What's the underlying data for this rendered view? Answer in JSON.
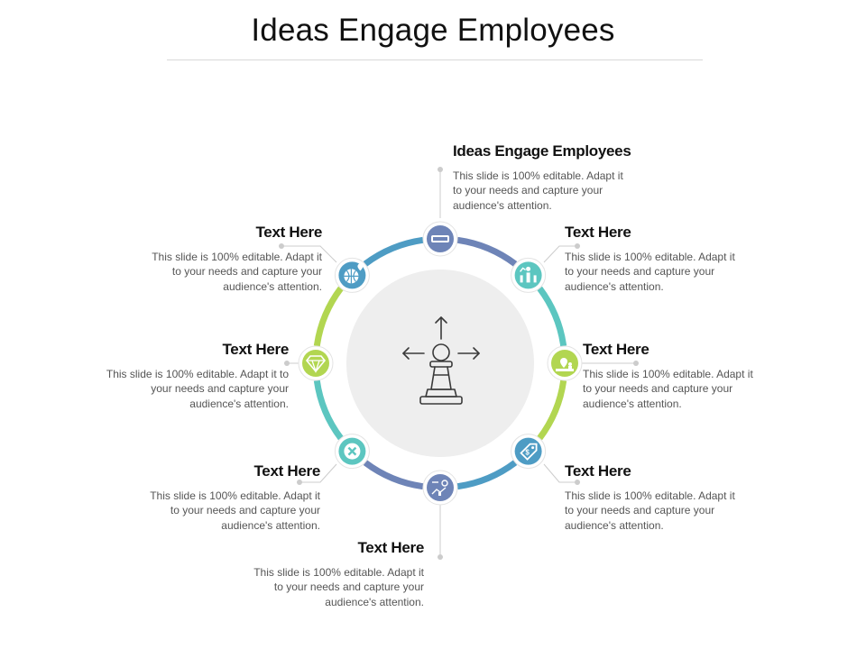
{
  "title": "Ideas Engage Employees",
  "center": {
    "icon": "chess-pawn-arrows-icon"
  },
  "colors": {
    "slate_blue": "#6e84b7",
    "steel_blue": "#4e9cc4",
    "teal": "#5cc6c0",
    "lime": "#b2d651",
    "center_disc": "#eeeeee",
    "connector": "#cccccc"
  },
  "items": [
    {
      "heading": "Ideas Engage Employees",
      "body": "This slide is 100% editable. Adapt it to your needs and capture your audience's attention.",
      "icon": "minus-circle-icon"
    },
    {
      "heading": "Text Here",
      "body": "This slide is 100% editable. Adapt it to your needs and capture your audience's attention.",
      "icon": "team-growth-icon"
    },
    {
      "heading": "Text Here",
      "body": "This slide is 100% editable. Adapt it to your needs and capture your audience's attention.",
      "icon": "location-people-icon"
    },
    {
      "heading": "Text Here",
      "body": "This slide is 100% editable. Adapt it to your needs and capture your audience's attention.",
      "icon": "price-tag-icon"
    },
    {
      "heading": "Text Here",
      "body": "This slide is 100% editable. Adapt it to your needs and capture your audience's attention.",
      "icon": "strategy-plan-icon"
    },
    {
      "heading": "Text Here",
      "body": "This slide is 100% editable. Adapt it to your needs and capture your audience's attention.",
      "icon": "close-x-icon"
    },
    {
      "heading": "Text Here",
      "body": "This slide is 100% editable. Adapt it to your needs and capture your audience's attention.",
      "icon": "diamond-icon"
    },
    {
      "heading": "Text Here",
      "body": "This slide is 100% editable. Adapt it to your needs and capture your audience's attention.",
      "icon": "global-location-icon"
    }
  ]
}
